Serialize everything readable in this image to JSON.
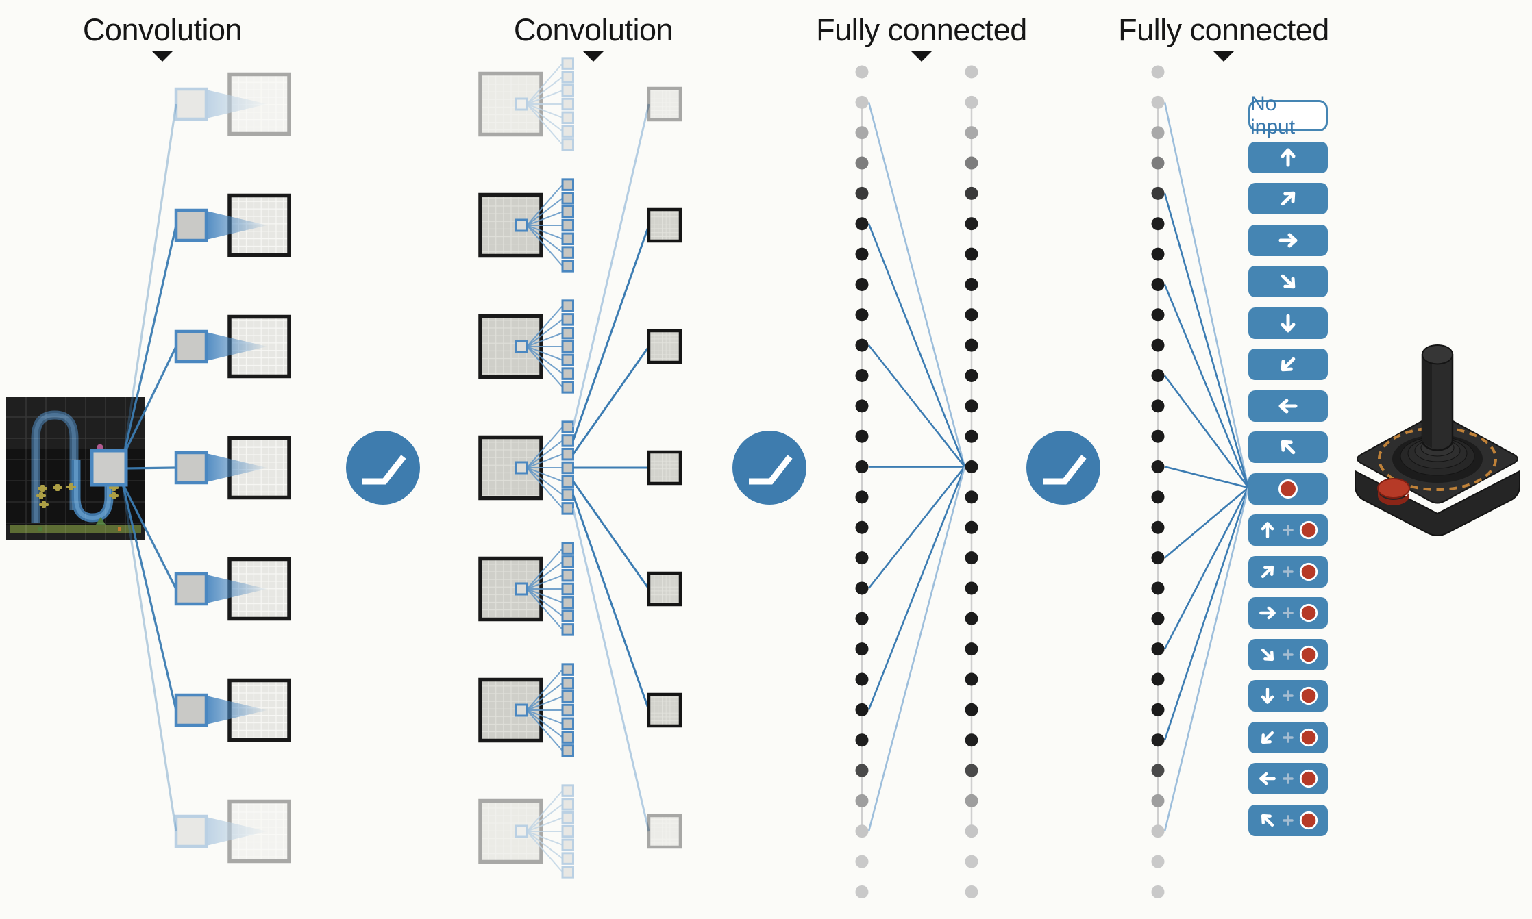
{
  "diagram": {
    "layer_labels": [
      {
        "label": "Convolution"
      },
      {
        "label": "Convolution"
      },
      {
        "label": "Fully connected"
      },
      {
        "label": "Fully connected"
      }
    ],
    "network": {
      "input": "atari-game-screen",
      "conv1_feature_maps_shown": 7,
      "conv2_feature_maps_shown": 7,
      "conv2_filter_taps_shown": 7,
      "fc_units_shown_per_column": 28,
      "activation_symbol": "relu-curve",
      "output_device": "atari-joystick"
    },
    "actions": {
      "list": [
        {
          "id": "no-input",
          "type": "no-input",
          "label": "No input"
        },
        {
          "id": "up",
          "type": "move",
          "dir": "up"
        },
        {
          "id": "up-right",
          "type": "move",
          "dir": "up-right"
        },
        {
          "id": "right",
          "type": "move",
          "dir": "right"
        },
        {
          "id": "down-right",
          "type": "move",
          "dir": "down-right"
        },
        {
          "id": "down",
          "type": "move",
          "dir": "down"
        },
        {
          "id": "down-left",
          "type": "move",
          "dir": "down-left"
        },
        {
          "id": "left",
          "type": "move",
          "dir": "left"
        },
        {
          "id": "up-left",
          "type": "move",
          "dir": "up-left"
        },
        {
          "id": "fire",
          "type": "fire"
        },
        {
          "id": "up-fire",
          "type": "move-fire",
          "dir": "up"
        },
        {
          "id": "up-right-fire",
          "type": "move-fire",
          "dir": "up-right"
        },
        {
          "id": "right-fire",
          "type": "move-fire",
          "dir": "right"
        },
        {
          "id": "down-right-fire",
          "type": "move-fire",
          "dir": "down-right"
        },
        {
          "id": "down-fire",
          "type": "move-fire",
          "dir": "down"
        },
        {
          "id": "down-left-fire",
          "type": "move-fire",
          "dir": "down-left"
        },
        {
          "id": "left-fire",
          "type": "move-fire",
          "dir": "left"
        },
        {
          "id": "up-left-fire",
          "type": "move-fire",
          "dir": "up-left"
        }
      ]
    },
    "icons": {
      "relu": "relu-curve-icon",
      "marker": "down-triangle-icon",
      "fire": "fire-button-icon",
      "arrow": "direction-arrow-icon",
      "plus": "plus-icon"
    },
    "colors": {
      "background": "#fbfbf8",
      "line_blue": "#3c7cb2",
      "line_blue_light": "#9dbedb",
      "kernel_border_blue": "#4a87c0",
      "relu_blue": "#3e7cae",
      "button_blue": "#4585b3",
      "no_input_text_blue": "#3878ad",
      "fire_red": "#b63a27",
      "plus_gray": "#a5bdd1",
      "label_black": "#161616",
      "dot_black": "#1b1b1b",
      "dot_light": "#c9c9c9",
      "connector_gray": "#cfcfcf",
      "map_border": "#191919",
      "map_fill": "#e7e7e3",
      "map_grid": "#f7f7f4",
      "conv2_fill": "#cfcfc9",
      "conv2_grid": "#dfdfd9",
      "out_fill": "#d3d3cd",
      "out_grid": "#e3e3dd",
      "screen_bg": "#1f1f1f",
      "tube_blue": "#4f7699",
      "tube_bright_blue": "#5d94c2",
      "ground_green": "#5d6d34",
      "sprite_yellow": "#ad9f45",
      "sprite_pink": "#b05a8f",
      "joystick_orange": "#bf8138"
    }
  }
}
